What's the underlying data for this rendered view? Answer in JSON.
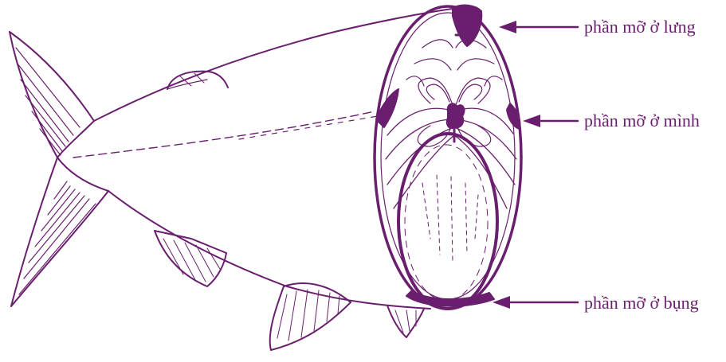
{
  "colors": {
    "ink": "#6a1f6e",
    "background": "#ffffff"
  },
  "labels": {
    "dorsal_fat": "phần mỡ ở lưng",
    "body_fat": "phần mỡ ở mình",
    "belly_fat": "phần mỡ ở bụng"
  },
  "icons": [
    "fish-illustration",
    "arrow-left-icon"
  ]
}
